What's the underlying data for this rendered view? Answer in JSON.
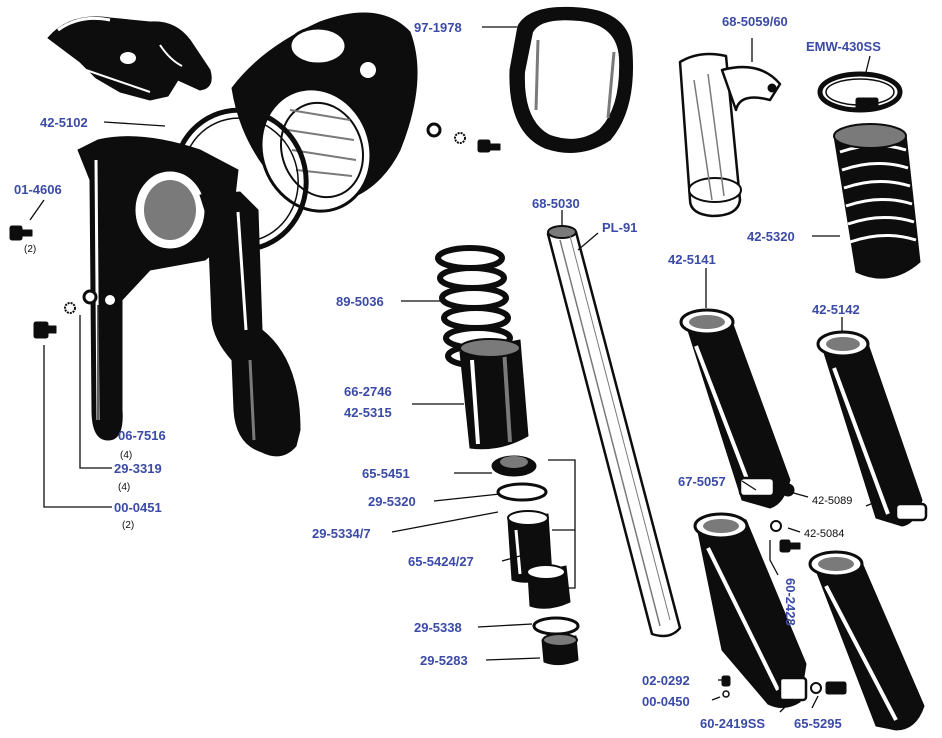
{
  "colors": {
    "label": "#3a4aa6",
    "ink": "#0d0d0d",
    "paper": "#ffffff",
    "shade": "#7a7a7a"
  },
  "labels": [
    {
      "id": "p-97-1978",
      "text": "97-1978"
    },
    {
      "id": "p-68-5059-60",
      "text": "68-5059/60"
    },
    {
      "id": "p-emw-430ss",
      "text": "EMW-430SS"
    },
    {
      "id": "p-42-5102",
      "text": "42-5102"
    },
    {
      "id": "p-01-4606",
      "text": "01-4606"
    },
    {
      "id": "p-68-5030",
      "text": "68-5030"
    },
    {
      "id": "p-pl-91",
      "text": "PL-91"
    },
    {
      "id": "p-42-5320",
      "text": "42-5320"
    },
    {
      "id": "p-42-5141",
      "text": "42-5141"
    },
    {
      "id": "p-89-5036",
      "text": "89-5036"
    },
    {
      "id": "p-42-5142",
      "text": "42-5142"
    },
    {
      "id": "p-66-2746",
      "text": "66-2746"
    },
    {
      "id": "p-42-5315",
      "text": "42-5315"
    },
    {
      "id": "p-06-7516",
      "text": "06-7516"
    },
    {
      "id": "p-29-3319",
      "text": "29-3319"
    },
    {
      "id": "p-65-5451",
      "text": "65-5451"
    },
    {
      "id": "p-67-5057",
      "text": "67-5057"
    },
    {
      "id": "p-29-5320",
      "text": "29-5320"
    },
    {
      "id": "p-00-0451",
      "text": "00-0451"
    },
    {
      "id": "p-29-5334-7",
      "text": "29-5334/7"
    },
    {
      "id": "p-65-5424-27",
      "text": "65-5424/27"
    },
    {
      "id": "p-60-2428",
      "text": "60-2428"
    },
    {
      "id": "p-29-5338",
      "text": "29-5338"
    },
    {
      "id": "p-29-5283",
      "text": "29-5283"
    },
    {
      "id": "p-02-0292",
      "text": "02-0292"
    },
    {
      "id": "p-00-0450",
      "text": "00-0450"
    },
    {
      "id": "p-60-2419ss",
      "text": "60-2419SS"
    },
    {
      "id": "p-65-5295",
      "text": "65-5295"
    }
  ],
  "small_labels": [
    {
      "id": "p-42-5089",
      "text": "42-5089"
    },
    {
      "id": "p-42-5084",
      "text": "42-5084"
    }
  ],
  "quantities": [
    {
      "id": "q-01-4606",
      "text": "(2)"
    },
    {
      "id": "q-06-7516",
      "text": "(4)"
    },
    {
      "id": "q-29-3319",
      "text": "(4)"
    },
    {
      "id": "q-00-0451",
      "text": "(2)"
    }
  ]
}
